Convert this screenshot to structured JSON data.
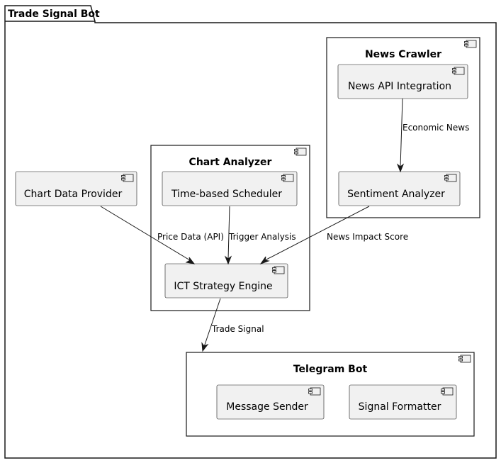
{
  "package": {
    "title": "Trade Signal Bot"
  },
  "groups": {
    "news_crawler": {
      "title": "News Crawler"
    },
    "chart_analyzer": {
      "title": "Chart Analyzer"
    },
    "telegram_bot": {
      "title": "Telegram Bot"
    }
  },
  "components": {
    "news_api": "News API Integration",
    "sentiment": "Sentiment Analyzer",
    "chart_data": "Chart Data Provider",
    "scheduler": "Time-based Scheduler",
    "ict_engine": "ICT Strategy Engine",
    "message_sender": "Message Sender",
    "signal_formatter": "Signal Formatter"
  },
  "edges": {
    "economic_news": "Economic News",
    "price_data": "Price Data (API)",
    "trigger_analysis": "Trigger Analysis",
    "news_impact": "News Impact Score",
    "trade_signal": "Trade Signal"
  }
}
